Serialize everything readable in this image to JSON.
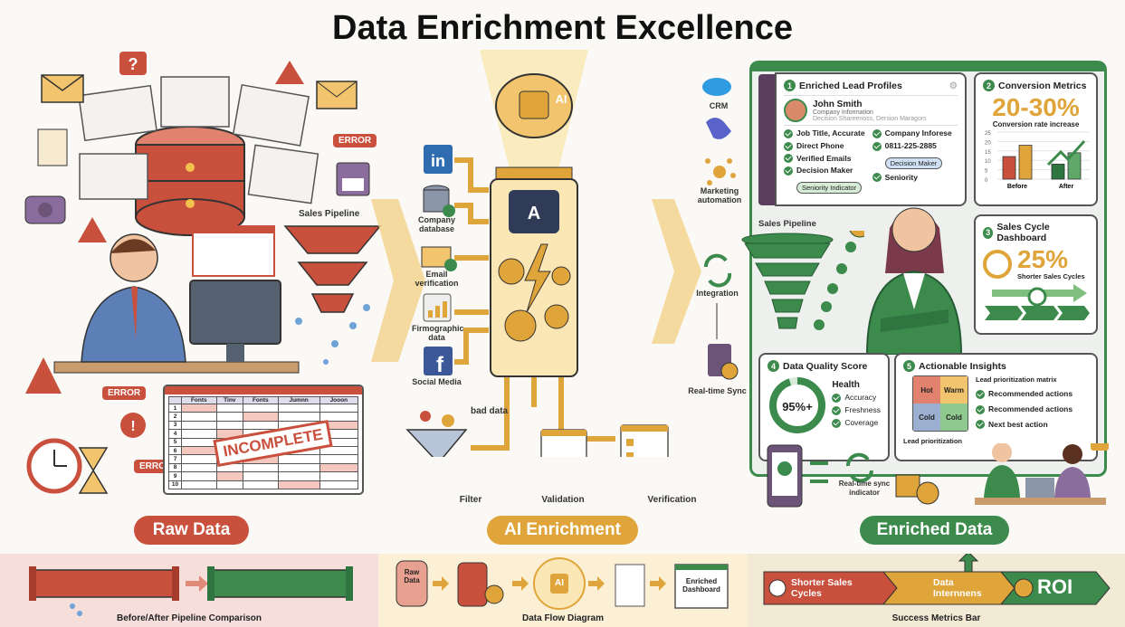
{
  "title": "Data Enrichment Excellence",
  "colors": {
    "raw": "#c9503d",
    "ai": "#e0a53a",
    "enriched": "#3c8a4c"
  },
  "raw": {
    "label": "Raw Data",
    "errors": [
      "ERROR",
      "ERROR",
      "ERROR"
    ],
    "sales_pipeline": "Sales Pipeline",
    "stamp": "INCOMPLETE",
    "sheet_headers": [
      "Fonts",
      "Tinv",
      "Fonts",
      "Jumnn",
      "Jooon"
    ],
    "sheet_rows": [
      "1",
      "2",
      "3",
      "4",
      "5",
      "6",
      "7",
      "8",
      "9",
      "10"
    ]
  },
  "ai": {
    "label": "AI Enrichment",
    "brain_badge": "AI",
    "sources": [
      {
        "icon": "linkedin-icon",
        "label": ""
      },
      {
        "icon": "database-icon",
        "label": "Company database"
      },
      {
        "icon": "email-icon",
        "label": "Email verification"
      },
      {
        "icon": "chart-icon",
        "label": "Firmographic data"
      },
      {
        "icon": "facebook-icon",
        "label": "Social Media"
      }
    ],
    "bad_data": "bad data",
    "steps": [
      "Filter",
      "Validation",
      "Verification"
    ]
  },
  "enriched": {
    "label": "Enriched Data",
    "integrations": [
      "CRM",
      "",
      "Marketing automation",
      "Integration",
      "Real-time Sync"
    ],
    "sales_pipeline": "Sales Pipeline",
    "lead": {
      "num": "1",
      "title": "Enriched Lead Profiles",
      "name": "John Smith",
      "line1": "Company Information",
      "line2": "Decision Shareenoss, Dersion Maragors",
      "left": [
        "Job Title, Accurate",
        "Direct Phone",
        "Verified Emails",
        "Decision Maker"
      ],
      "right": [
        "Company Inforese",
        "0811-225-2885",
        "Seniority"
      ],
      "tag_blue": "Decision Maker",
      "tag_green": "Seniority Indicator"
    },
    "conversion": {
      "num": "2",
      "title": "Conversion Metrics",
      "value": "20-30%",
      "caption": "Conversion rate increase",
      "y_ticks": [
        "25",
        "20",
        "15",
        "10",
        "5",
        "0"
      ],
      "groups": [
        "Before",
        "After"
      ],
      "bars": [
        12,
        18,
        8,
        14
      ]
    },
    "cycle": {
      "num": "3",
      "title": "Sales Cycle Dashboard",
      "value": "25%",
      "caption": "Shorter Sales Cycles"
    },
    "quality": {
      "num": "4",
      "title": "Data Quality Score",
      "value": "95%+",
      "percent": 95,
      "health": "Health",
      "items": [
        "Accuracy",
        "Freshness",
        "Coverage"
      ]
    },
    "insights": {
      "num": "5",
      "title": "Actionable Insights",
      "matrix": [
        "Hot",
        "Warm",
        "Cold",
        "Cold"
      ],
      "axis": "Lead prioritization",
      "matrix_title": "Lead prioritization matrix",
      "items": [
        "Recommended actions",
        "Recommended actions",
        "Next best action"
      ]
    },
    "sync": "Real-time sync indicator"
  },
  "bottom": {
    "pipeline": {
      "caption": "Before/After Pipeline Comparison"
    },
    "flow": {
      "caption": "Data Flow Diagram",
      "raw": "Raw Data",
      "ai": "AI",
      "dash": "Enriched Dashboard"
    },
    "metrics": {
      "caption": "Success Metrics Bar",
      "a": "Shorter Sales Cycles",
      "b": "Data Internnens",
      "c": "ROI"
    }
  }
}
